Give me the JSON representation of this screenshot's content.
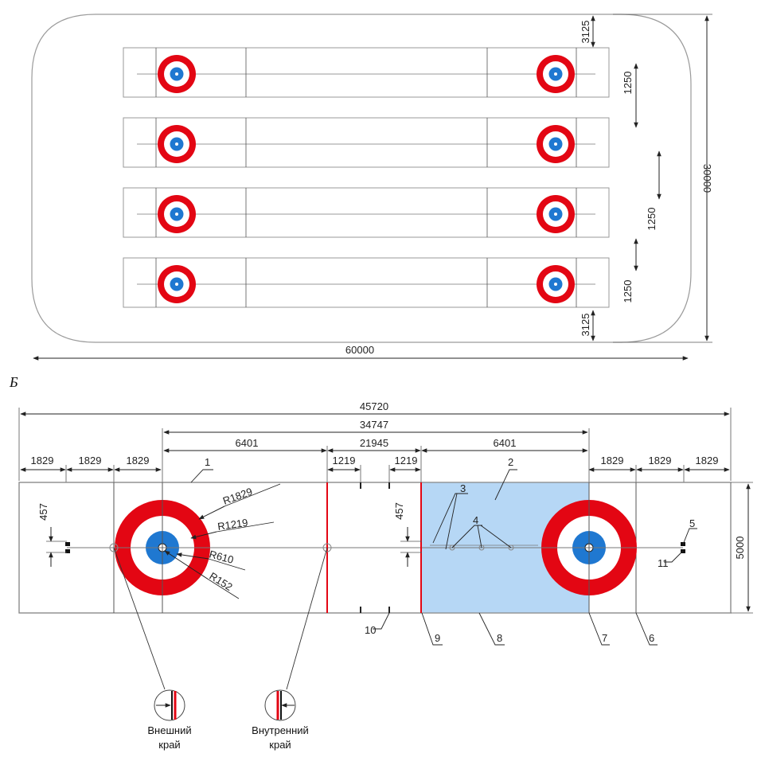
{
  "overview": {
    "dims": {
      "total_length": "60000",
      "total_width": "30000",
      "corner_top": "3125",
      "corner_bottom": "3125",
      "gap_1": "1250",
      "gap_2": "1250",
      "gap_3": "1250"
    },
    "sheet_count": 4
  },
  "section_label": "Б",
  "sheet": {
    "dims": {
      "total": "45720",
      "tee_to_tee_outer": "34747",
      "hog_to_hog": "21945",
      "tee_to_hog_left": "6401",
      "tee_to_hog_right": "6401",
      "left_1829_a": "1829",
      "left_1829_b": "1829",
      "left_1829_c": "1829",
      "right_1829_a": "1829",
      "right_1829_b": "1829",
      "right_1829_c": "1829",
      "mid_1219_a": "1219",
      "mid_1219_b": "1219",
      "hack_457_left": "457",
      "hack_457_mid": "457",
      "width": "5000"
    },
    "radii": {
      "r1829": "R1829",
      "r1219": "R1219",
      "r610": "R610",
      "r152": "R152"
    },
    "callouts": [
      "1",
      "2",
      "3",
      "4",
      "5",
      "6",
      "7",
      "8",
      "9",
      "10",
      "11"
    ],
    "insets": {
      "outer_line1": "Внешний",
      "outer_line2": "край",
      "inner_line1": "Внутренний",
      "inner_line2": "край"
    }
  },
  "colors": {
    "house_red": "#e30613",
    "button_blue": "#1f78d1",
    "zone_blue": "#b6d7f5",
    "hog_red": "#e30613"
  }
}
